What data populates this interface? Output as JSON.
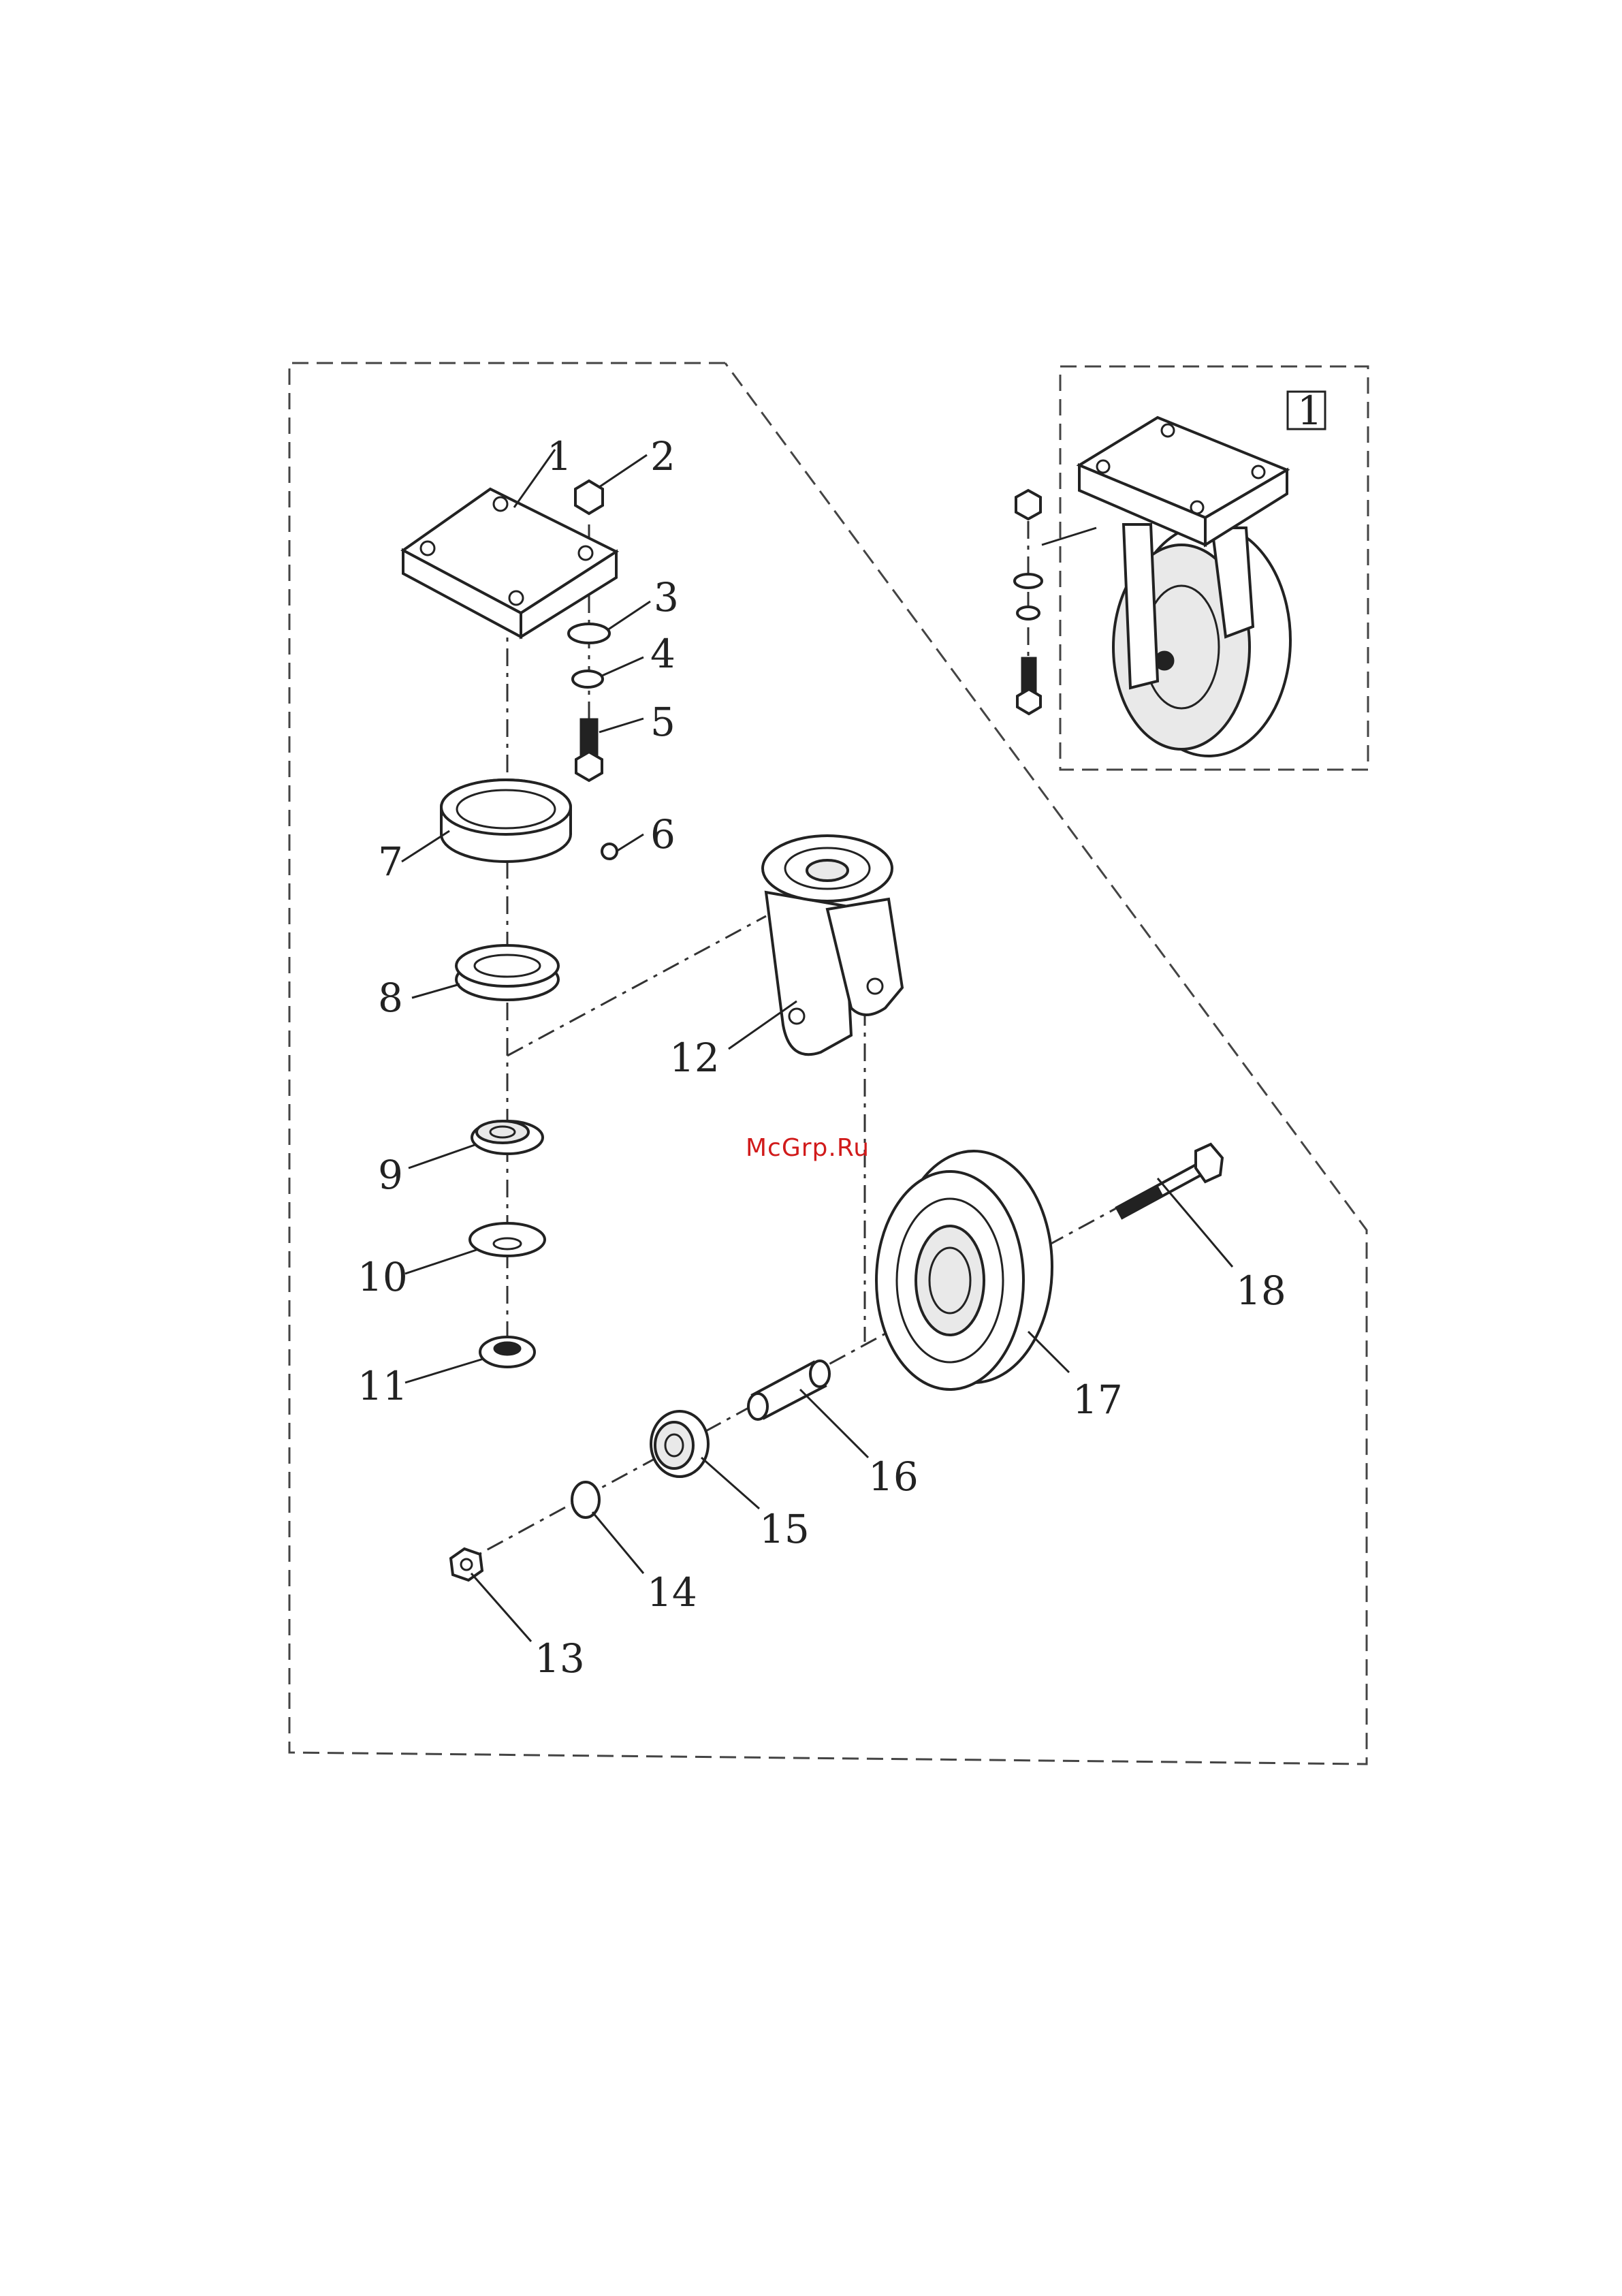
{
  "diagram": {
    "callouts": [
      "1",
      "2",
      "3",
      "4",
      "5",
      "6",
      "7",
      "8",
      "9",
      "10",
      "11",
      "12",
      "13",
      "14",
      "15",
      "16",
      "17",
      "18"
    ],
    "inset_label": "1",
    "watermark": "McGrp.Ru"
  }
}
